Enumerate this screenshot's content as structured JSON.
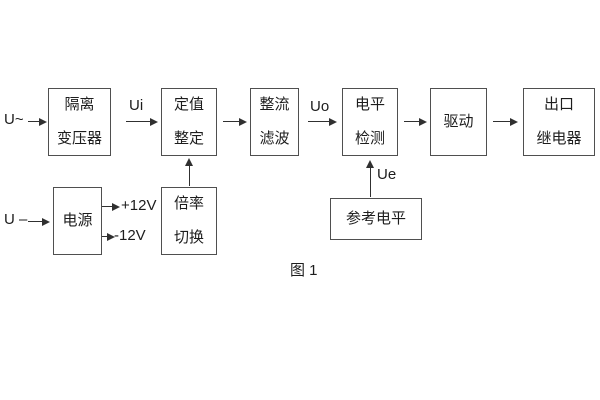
{
  "diagram": {
    "caption": "图 1",
    "blocks": {
      "isolation_transformer": {
        "line1": "隔离",
        "line2": "变压器"
      },
      "value_setting": {
        "line1": "定值",
        "line2": "整定"
      },
      "rectify_filter": {
        "line1": "整流",
        "line2": "滤波"
      },
      "level_detection": {
        "line1": "电平",
        "line2": "检测"
      },
      "driver": {
        "line1": "驱动"
      },
      "output_relay": {
        "line1": "出口",
        "line2": "继电器"
      },
      "power_supply": {
        "line1": "电源"
      },
      "ratio_switch": {
        "line1": "倍率",
        "line2": "切换"
      },
      "reference_level": {
        "line1": "参考电平"
      }
    },
    "labels": {
      "ac_input": "U~",
      "dc_input": "U –",
      "ui": "Ui",
      "uo": "Uo",
      "ue": "Ue",
      "plus_12v": "+12V",
      "minus_12v": "-12V"
    },
    "colors": {
      "background": "#ffffff",
      "box_border": "#4f4f4f",
      "text": "#1d1d1d",
      "line": "#303030"
    }
  }
}
